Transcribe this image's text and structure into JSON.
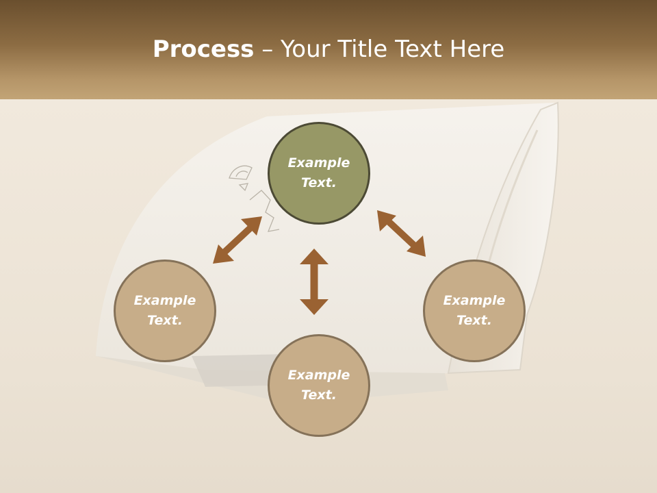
{
  "slide": {
    "title_bold": "Process",
    "title_rest": " – Your Title Text Here"
  },
  "diagram": {
    "nodes": {
      "top": {
        "line1": "Example",
        "line2": "Text."
      },
      "left": {
        "line1": "Example",
        "line2": "Text."
      },
      "right": {
        "line1": "Example",
        "line2": "Text."
      },
      "bottom": {
        "line1": "Example",
        "line2": "Text."
      }
    },
    "colors": {
      "center_fill": "#979866",
      "outer_fill": "#c7ad89",
      "arrow": "#9a6232",
      "header_top": "#6a4f2e",
      "header_bottom": "#c2a476"
    }
  }
}
